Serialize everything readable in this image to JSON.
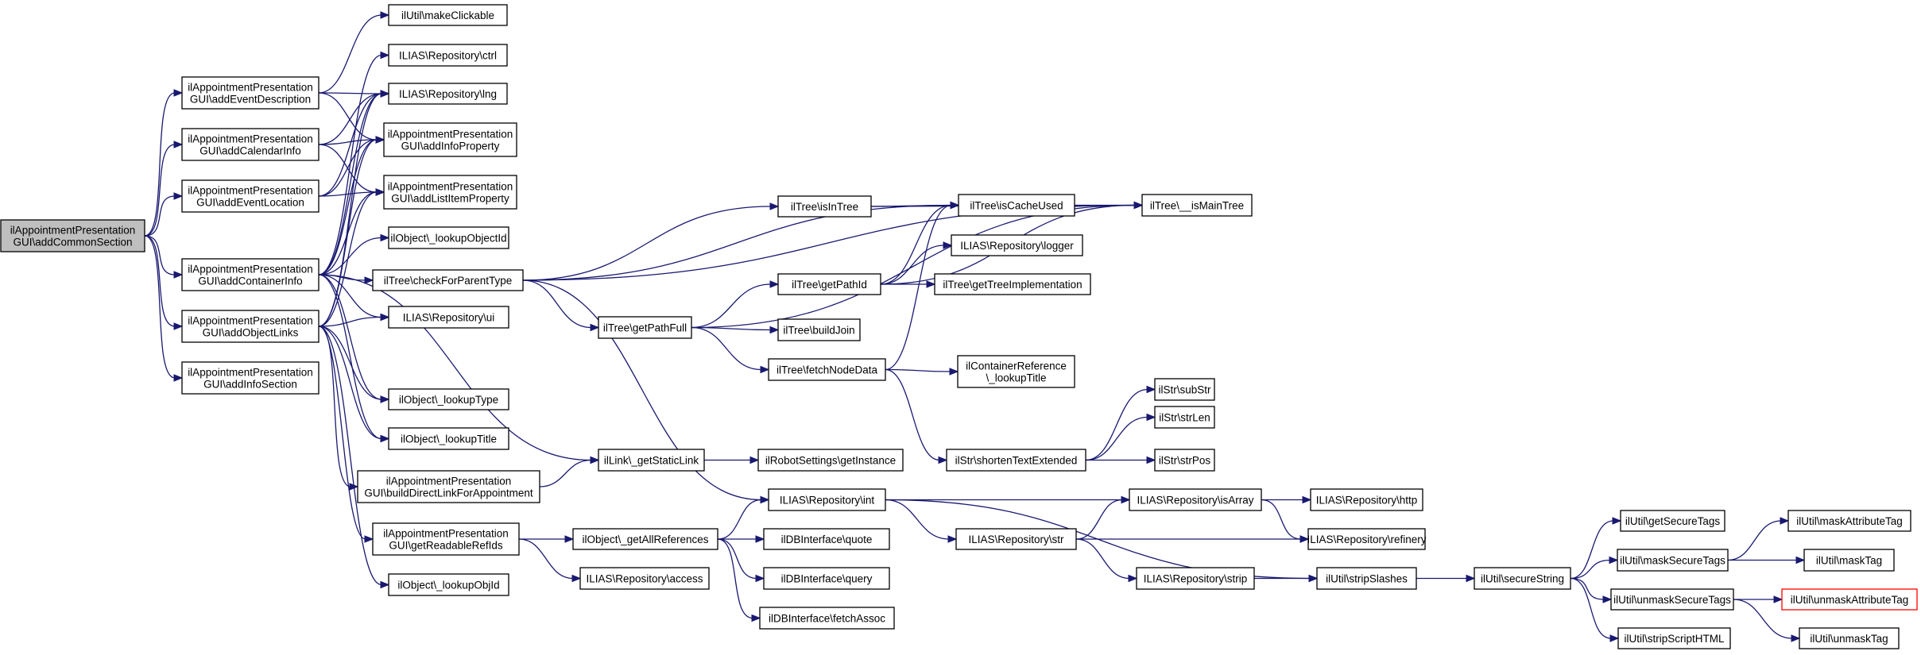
{
  "nodes": [
    {
      "id": "root",
      "lines": [
        "ilAppointmentPresentation",
        "GUI\\addCommonSection"
      ],
      "style": "root"
    },
    {
      "id": "addEventDescription",
      "lines": [
        "ilAppointmentPresentation",
        "GUI\\addEventDescription"
      ]
    },
    {
      "id": "addCalendarInfo",
      "lines": [
        "ilAppointmentPresentation",
        "GUI\\addCalendarInfo"
      ]
    },
    {
      "id": "addEventLocation",
      "lines": [
        "ilAppointmentPresentation",
        "GUI\\addEventLocation"
      ]
    },
    {
      "id": "addContainerInfo",
      "lines": [
        "ilAppointmentPresentation",
        "GUI\\addContainerInfo"
      ]
    },
    {
      "id": "addObjectLinks",
      "lines": [
        "ilAppointmentPresentation",
        "GUI\\addObjectLinks"
      ]
    },
    {
      "id": "addInfoSection",
      "lines": [
        "ilAppointmentPresentation",
        "GUI\\addInfoSection"
      ]
    },
    {
      "id": "makeClickable",
      "lines": [
        "ilUtil\\makeClickable"
      ]
    },
    {
      "id": "ctrl",
      "lines": [
        "ILIAS\\Repository\\ctrl"
      ]
    },
    {
      "id": "lng",
      "lines": [
        "ILIAS\\Repository\\lng"
      ]
    },
    {
      "id": "addInfoProperty",
      "lines": [
        "ilAppointmentPresentation",
        "GUI\\addInfoProperty"
      ]
    },
    {
      "id": "addListItemProperty",
      "lines": [
        "ilAppointmentPresentation",
        "GUI\\addListItemProperty"
      ]
    },
    {
      "id": "lookupObjectId",
      "lines": [
        "ilObject\\_lookupObjectId"
      ]
    },
    {
      "id": "checkForParentType",
      "lines": [
        "ilTree\\checkForParentType"
      ]
    },
    {
      "id": "ui",
      "lines": [
        "ILIAS\\Repository\\ui"
      ]
    },
    {
      "id": "lookupType",
      "lines": [
        "ilObject\\_lookupType"
      ]
    },
    {
      "id": "lookupTitle",
      "lines": [
        "ilObject\\_lookupTitle"
      ]
    },
    {
      "id": "buildDirectLink",
      "lines": [
        "ilAppointmentPresentation",
        "GUI\\buildDirectLinkForAppointment"
      ]
    },
    {
      "id": "getReadableRefIds",
      "lines": [
        "ilAppointmentPresentation",
        "GUI\\getReadableRefIds"
      ]
    },
    {
      "id": "lookupObjId",
      "lines": [
        "ilObject\\_lookupObjId"
      ]
    },
    {
      "id": "isInTree",
      "lines": [
        "ilTree\\isInTree"
      ]
    },
    {
      "id": "isCacheUsed",
      "lines": [
        "ilTree\\isCacheUsed"
      ]
    },
    {
      "id": "isMainTree",
      "lines": [
        "ilTree\\__isMainTree"
      ]
    },
    {
      "id": "logger",
      "lines": [
        "ILIAS\\Repository\\logger"
      ]
    },
    {
      "id": "getPathId",
      "lines": [
        "ilTree\\getPathId"
      ]
    },
    {
      "id": "getTreeImplementation",
      "lines": [
        "ilTree\\getTreeImplementation"
      ]
    },
    {
      "id": "getPathFull",
      "lines": [
        "ilTree\\getPathFull"
      ]
    },
    {
      "id": "buildJoin",
      "lines": [
        "ilTree\\buildJoin"
      ]
    },
    {
      "id": "fetchNodeData",
      "lines": [
        "ilTree\\fetchNodeData"
      ]
    },
    {
      "id": "containerLookupTitle",
      "lines": [
        "ilContainerReference",
        "\\_lookupTitle"
      ]
    },
    {
      "id": "subStr",
      "lines": [
        "ilStr\\subStr"
      ]
    },
    {
      "id": "strLen",
      "lines": [
        "ilStr\\strLen"
      ]
    },
    {
      "id": "getStaticLink",
      "lines": [
        "ilLink\\_getStaticLink"
      ]
    },
    {
      "id": "robotGetInstance",
      "lines": [
        "ilRobotSettings\\getInstance"
      ]
    },
    {
      "id": "shortenTextExtended",
      "lines": [
        "ilStr\\shortenTextExtended"
      ]
    },
    {
      "id": "strPos",
      "lines": [
        "ilStr\\strPos"
      ]
    },
    {
      "id": "int",
      "lines": [
        "ILIAS\\Repository\\int"
      ]
    },
    {
      "id": "isArray",
      "lines": [
        "ILIAS\\Repository\\isArray"
      ]
    },
    {
      "id": "http",
      "lines": [
        "ILIAS\\Repository\\http"
      ]
    },
    {
      "id": "getAllReferences",
      "lines": [
        "ilObject\\_getAllReferences"
      ]
    },
    {
      "id": "quote",
      "lines": [
        "ilDBInterface\\quote"
      ]
    },
    {
      "id": "str",
      "lines": [
        "ILIAS\\Repository\\str"
      ]
    },
    {
      "id": "refinery",
      "lines": [
        "ILIAS\\Repository\\refinery"
      ]
    },
    {
      "id": "access",
      "lines": [
        "ILIAS\\Repository\\access"
      ]
    },
    {
      "id": "query",
      "lines": [
        "ilDBInterface\\query"
      ]
    },
    {
      "id": "strip",
      "lines": [
        "ILIAS\\Repository\\strip"
      ]
    },
    {
      "id": "stripSlashes",
      "lines": [
        "ilUtil\\stripSlashes"
      ]
    },
    {
      "id": "fetchAssoc",
      "lines": [
        "ilDBInterface\\fetchAssoc"
      ]
    },
    {
      "id": "secureString",
      "lines": [
        "ilUtil\\secureString"
      ]
    },
    {
      "id": "getSecureTags",
      "lines": [
        "ilUtil\\getSecureTags"
      ]
    },
    {
      "id": "maskSecureTags",
      "lines": [
        "ilUtil\\maskSecureTags"
      ]
    },
    {
      "id": "unmaskSecureTags",
      "lines": [
        "ilUtil\\unmaskSecureTags"
      ]
    },
    {
      "id": "stripScriptHTML",
      "lines": [
        "ilUtil\\stripScriptHTML"
      ]
    },
    {
      "id": "maskAttributeTag",
      "lines": [
        "ilUtil\\maskAttributeTag"
      ]
    },
    {
      "id": "maskTag",
      "lines": [
        "ilUtil\\maskTag"
      ]
    },
    {
      "id": "unmaskAttributeTag",
      "lines": [
        "ilUtil\\unmaskAttributeTag"
      ],
      "style": "red"
    },
    {
      "id": "unmaskTag",
      "lines": [
        "ilUtil\\unmaskTag"
      ]
    }
  ],
  "edges": [
    [
      "root",
      "addEventDescription"
    ],
    [
      "root",
      "addCalendarInfo"
    ],
    [
      "root",
      "addEventLocation"
    ],
    [
      "root",
      "addContainerInfo"
    ],
    [
      "root",
      "addObjectLinks"
    ],
    [
      "root",
      "addInfoSection"
    ],
    [
      "addEventDescription",
      "makeClickable"
    ],
    [
      "addEventDescription",
      "lng"
    ],
    [
      "addEventDescription",
      "addInfoProperty"
    ],
    [
      "addCalendarInfo",
      "lng"
    ],
    [
      "addCalendarInfo",
      "addInfoProperty"
    ],
    [
      "addCalendarInfo",
      "addListItemProperty"
    ],
    [
      "addEventLocation",
      "lng"
    ],
    [
      "addEventLocation",
      "addInfoProperty"
    ],
    [
      "addEventLocation",
      "addListItemProperty"
    ],
    [
      "addContainerInfo",
      "ctrl"
    ],
    [
      "addContainerInfo",
      "lng"
    ],
    [
      "addContainerInfo",
      "addInfoProperty"
    ],
    [
      "addContainerInfo",
      "addListItemProperty"
    ],
    [
      "addContainerInfo",
      "lookupObjectId"
    ],
    [
      "addContainerInfo",
      "checkForParentType"
    ],
    [
      "addContainerInfo",
      "ui"
    ],
    [
      "addContainerInfo",
      "lookupType"
    ],
    [
      "addContainerInfo",
      "lookupTitle"
    ],
    [
      "addContainerInfo",
      "getStaticLink"
    ],
    [
      "addObjectLinks",
      "lng"
    ],
    [
      "addObjectLinks",
      "addInfoProperty"
    ],
    [
      "addObjectLinks",
      "addListItemProperty"
    ],
    [
      "addObjectLinks",
      "ui"
    ],
    [
      "addObjectLinks",
      "lookupType"
    ],
    [
      "addObjectLinks",
      "lookupTitle"
    ],
    [
      "addObjectLinks",
      "buildDirectLink"
    ],
    [
      "addObjectLinks",
      "getReadableRefIds"
    ],
    [
      "addObjectLinks",
      "lookupObjId"
    ],
    [
      "checkForParentType",
      "isInTree"
    ],
    [
      "checkForParentType",
      "isCacheUsed"
    ],
    [
      "checkForParentType",
      "isMainTree"
    ],
    [
      "checkForParentType",
      "getPathFull"
    ],
    [
      "checkForParentType",
      "int"
    ],
    [
      "isInTree",
      "isCacheUsed"
    ],
    [
      "isInTree",
      "isMainTree"
    ],
    [
      "isCacheUsed",
      "isMainTree"
    ],
    [
      "getPathFull",
      "getPathId"
    ],
    [
      "getPathFull",
      "buildJoin"
    ],
    [
      "getPathFull",
      "fetchNodeData"
    ],
    [
      "getPathFull",
      "isMainTree"
    ],
    [
      "getPathId",
      "isCacheUsed"
    ],
    [
      "getPathId",
      "logger"
    ],
    [
      "getPathId",
      "getTreeImplementation"
    ],
    [
      "getPathId",
      "isMainTree"
    ],
    [
      "fetchNodeData",
      "isCacheUsed"
    ],
    [
      "fetchNodeData",
      "containerLookupTitle"
    ],
    [
      "fetchNodeData",
      "shortenTextExtended"
    ],
    [
      "shortenTextExtended",
      "subStr"
    ],
    [
      "shortenTextExtended",
      "strLen"
    ],
    [
      "shortenTextExtended",
      "strPos"
    ],
    [
      "buildDirectLink",
      "getStaticLink"
    ],
    [
      "getStaticLink",
      "robotGetInstance"
    ],
    [
      "getReadableRefIds",
      "getAllReferences"
    ],
    [
      "getReadableRefIds",
      "access"
    ],
    [
      "getAllReferences",
      "int"
    ],
    [
      "getAllReferences",
      "quote"
    ],
    [
      "getAllReferences",
      "query"
    ],
    [
      "getAllReferences",
      "fetchAssoc"
    ],
    [
      "int",
      "isArray"
    ],
    [
      "int",
      "str"
    ],
    [
      "int",
      "stripSlashes"
    ],
    [
      "isArray",
      "http"
    ],
    [
      "isArray",
      "refinery"
    ],
    [
      "str",
      "isArray"
    ],
    [
      "str",
      "refinery"
    ],
    [
      "str",
      "strip"
    ],
    [
      "strip",
      "stripSlashes"
    ],
    [
      "stripSlashes",
      "secureString"
    ],
    [
      "secureString",
      "getSecureTags"
    ],
    [
      "secureString",
      "maskSecureTags"
    ],
    [
      "secureString",
      "unmaskSecureTags"
    ],
    [
      "secureString",
      "stripScriptHTML"
    ],
    [
      "maskSecureTags",
      "maskAttributeTag"
    ],
    [
      "maskSecureTags",
      "maskTag"
    ],
    [
      "unmaskSecureTags",
      "unmaskAttributeTag"
    ],
    [
      "unmaskSecureTags",
      "unmaskTag"
    ]
  ]
}
